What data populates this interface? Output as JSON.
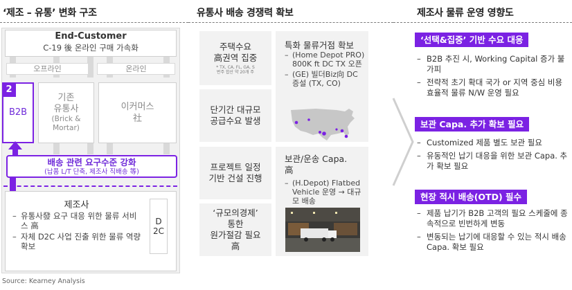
{
  "left": {
    "title": "‘제조 – 유통’ 변화 구조",
    "end_customer": {
      "title": "End-Customer",
      "subtitle": "C-19 後 온라인 구매 가속화"
    },
    "channels": {
      "offline": "오프라인",
      "online": "온라인"
    },
    "b2b": {
      "badge": "2",
      "label": "B2B"
    },
    "retail": {
      "line1": "기존",
      "line2": "유통사",
      "line3": "(Brick &",
      "line4": "Mortar)"
    },
    "ecommerce": {
      "line1": "이커머스",
      "line2": "社"
    },
    "banner": {
      "title": "배송 관련 요구수준 강화",
      "subtitle": "(납품 L/T 단축, 제조사 직배송 等)"
    },
    "manufacturer": {
      "title": "제조사",
      "items": [
        "유통사發 요구 대응 위한 물류 서비스 高",
        "자체 D2C 사업 진출 위한 물류 역량 확보"
      ],
      "d2c_1": "D",
      "d2c_2": "2C"
    },
    "source": "Source: Kearney Analysis"
  },
  "middle": {
    "title": "유통사 배송 경쟁력 확보",
    "cards": [
      {
        "line1": "주택수요",
        "line2": "高권역 집중",
        "note1": "* TX, CA, FL, GA, S",
        "note2": "번주 합산 약 20개 주"
      },
      {
        "line1": "단기간 대규모",
        "line2": "공급수요 발생"
      },
      {
        "line1": "프로젝트 일정",
        "line2": "기반 건설 진행"
      },
      {
        "line1": "‘규모의경제’",
        "line2": "통한",
        "line3": "원가절감 필요",
        "line4": "高"
      }
    ],
    "right_top": {
      "title": "특화 물류거점 확보",
      "items": [
        "(Home Depot PRO) 800K ft DC TX 오픈",
        "(GE) 빌더Biz向 DC 증설 (TX, CO)"
      ]
    },
    "right_bottom": {
      "title": "보관/운송 Capa.",
      "title2": "高",
      "items": [
        "(H.Depot) Flatbed Vehicle 운영 → 대규모 배송"
      ]
    }
  },
  "right": {
    "title": "제조사 물류 운영 영향도",
    "sections": [
      {
        "header": "‘선택&집중’ 기반 수요 대응",
        "items": [
          "B2B 추진 시, Working Capital 증가 불가피",
          "전략적 초기 확대 국가 or 지역 중심 비용 효율적 물류 N/W 운영 필요"
        ]
      },
      {
        "header": "보관 Capa. 추가 확보 필요",
        "items": [
          "Customized 제품 별도 보관 필요",
          "유동적인 납기 대응을 위한 보관 Capa. 추가 확보 필요"
        ]
      },
      {
        "header": "현장 적시 배송(OTD) 필수",
        "items": [
          "제품 납기가 B2B 고객의 필요 스케줄에 종속적으로 빈번하게 변동",
          "변동되는 납기에 대응할 수 있는 적시 배송 Capa. 확보 필요"
        ]
      }
    ]
  },
  "colors": {
    "accent": "#7b22e3",
    "card": "#f2f2f2",
    "gray": "#f1f1f1"
  }
}
